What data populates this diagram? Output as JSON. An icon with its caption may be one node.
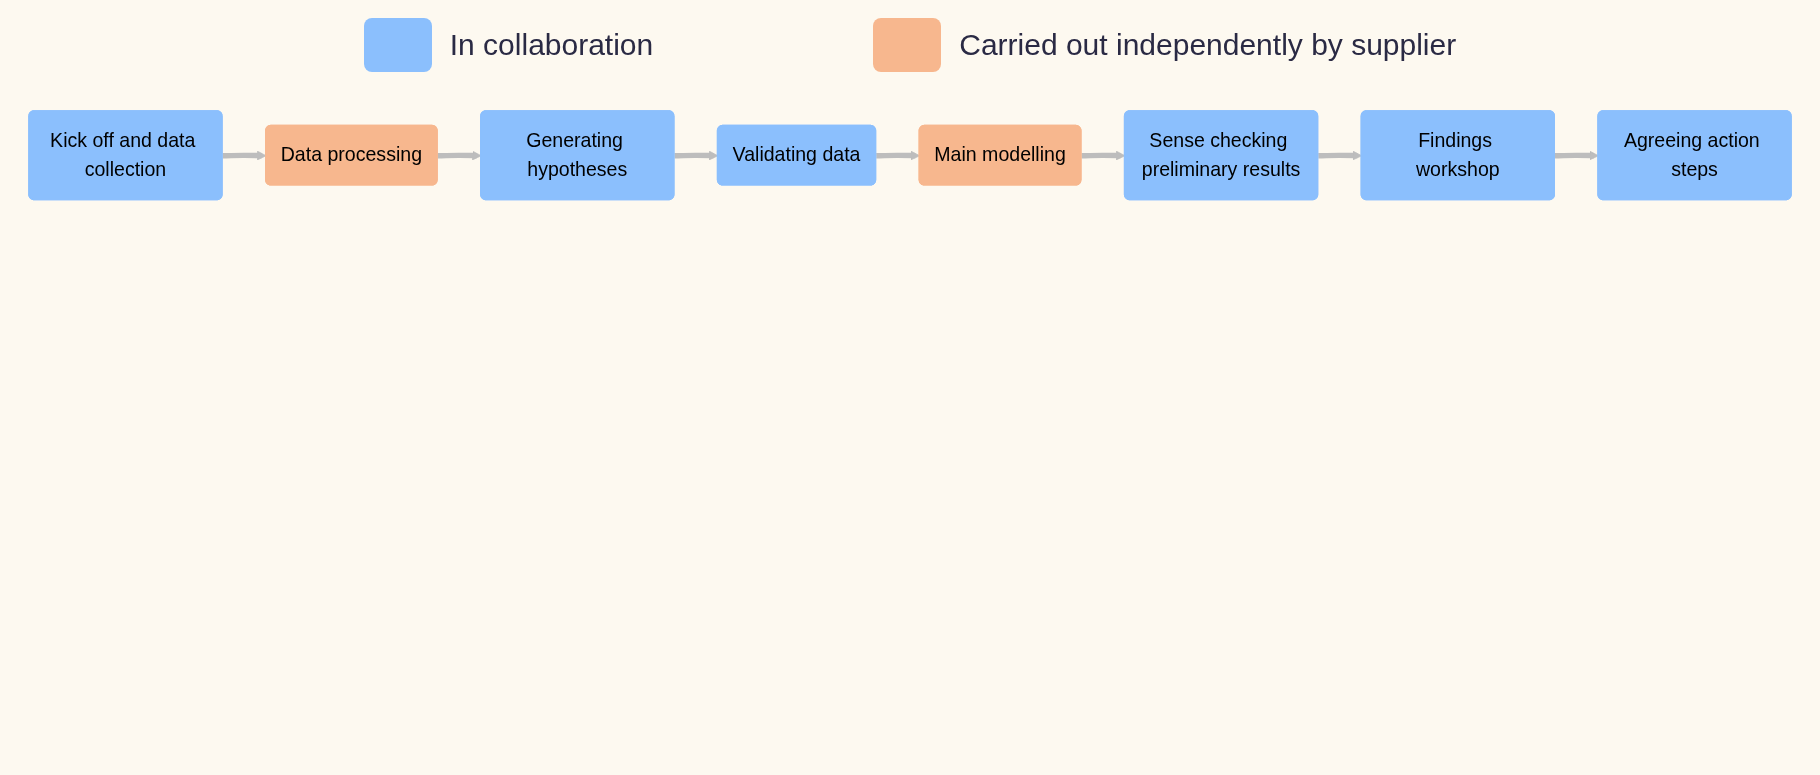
{
  "diagram": {
    "nodes": [
      {
        "text": [
          "Kick off and data collection"
        ]
      },
      {
        "text": [
          "Data processing"
        ]
      },
      {
        "text": [
          "Generating hypotheses"
        ]
      },
      {
        "text": [
          "Validating data"
        ]
      },
      {
        "text": [
          "Main modelling"
        ]
      },
      {
        "text": [
          "Sense checking preliminary results"
        ]
      },
      {
        "text": [
          "Findings workshop"
        ]
      },
      {
        "text": [
          "Agreeing action steps"
        ]
      }
    ],
    "edges": [
      {
        "from": 0,
        "to": 1,
        "arrow": "to"
      },
      {
        "from": 1,
        "to": 2,
        "arrow": "to"
      },
      {
        "from": 2,
        "to": 3,
        "arrow": "to"
      },
      {
        "from": 3,
        "to": 4,
        "arrow": "to"
      },
      {
        "from": 4,
        "to": 5,
        "arrow": "to"
      },
      {
        "from": 5,
        "to": 6,
        "arrow": "to"
      },
      {
        "from": 6,
        "to": 7,
        "arrow": "to"
      }
    ],
    "legend": [
      {
        "text": "In collaboration",
        "color": "#8bbffd"
      },
      {
        "text": "Carried out independently by supplier",
        "color": "#f7b78e"
      }
    ]
  }
}
